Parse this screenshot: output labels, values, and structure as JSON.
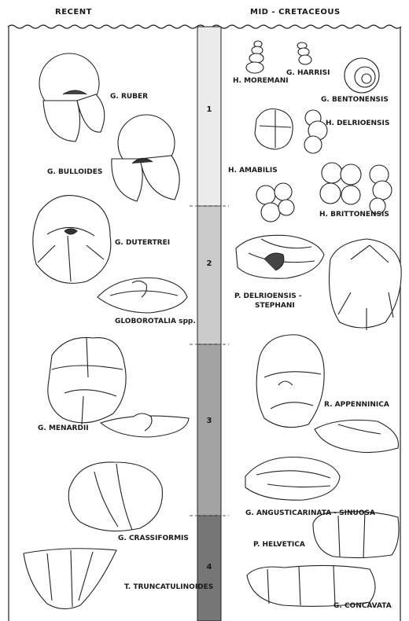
{
  "headers": {
    "left": "RECENT",
    "right": "MID - CRETACEOUS"
  },
  "zones": [
    {
      "number": "1",
      "shade": "#ebebeb"
    },
    {
      "number": "2",
      "shade": "#cbcbcb"
    },
    {
      "number": "3",
      "shade": "#a3a3a3"
    },
    {
      "number": "4",
      "shade": "#767676"
    }
  ],
  "recent_species": [
    "G. RUBER",
    "G. BULLOIDES",
    "G. DUTERTREI",
    "GLOBOROTALIA spp.",
    "G. MENARDII",
    "G. CRASSIFORMIS",
    "T. TRUNCATULINOIDES"
  ],
  "cretaceous_species": [
    "H. MOREMANI",
    "G. HARRISI",
    "G. BENTONENSIS",
    "H. DELRIOENSIS",
    "H. AMABILIS",
    "H. BRITTONENSIS",
    "P. DELRIOENSIS -",
    "STEPHANI",
    "R. APPENNINICA",
    "G. ANGUSTICARINATA - SINUOSA",
    "P. HELVETICA",
    "G. CONCAVATA"
  ]
}
